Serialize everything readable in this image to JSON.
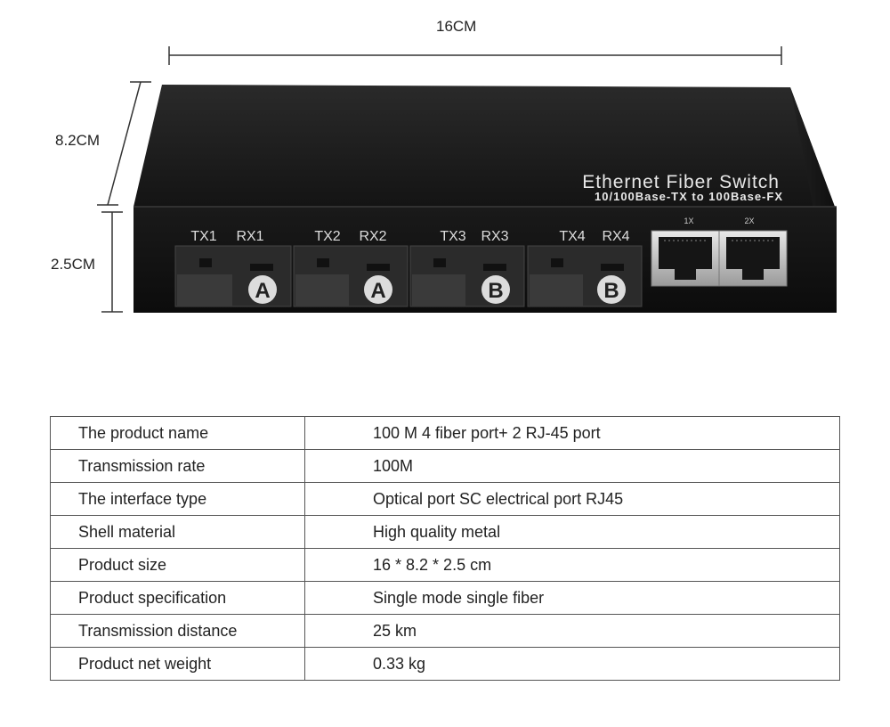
{
  "dimensions": {
    "width": "16CM",
    "depth": "8.2CM",
    "height": "2.5CM"
  },
  "device": {
    "title": "Ethernet Fiber Switch",
    "subtitle": "10/100Base-TX to 100Base-FX",
    "fiber_ports": [
      {
        "tx": "TX1",
        "rx": "RX1",
        "badge": "A"
      },
      {
        "tx": "TX2",
        "rx": "RX2",
        "badge": "A"
      },
      {
        "tx": "TX3",
        "rx": "RX3",
        "badge": "B"
      },
      {
        "tx": "TX4",
        "rx": "RX4",
        "badge": "B"
      }
    ],
    "rj45_ports": [
      "1X",
      "2X"
    ],
    "colors": {
      "body": "#1c1c1c",
      "face": "#141414",
      "label": "#e8e8e8",
      "badge": "#dcdcdc"
    }
  },
  "specs": [
    {
      "label": "The product name",
      "value": "100 M 4 fiber port+ 2 RJ-45 port"
    },
    {
      "label": "Transmission rate",
      "value": "100M"
    },
    {
      "label": "The interface type",
      "value": "Optical port SC electrical port RJ45"
    },
    {
      "label": "Shell material",
      "value": "High quality metal"
    },
    {
      "label": "Product size",
      "value": "16 * 8.2 * 2.5 cm"
    },
    {
      "label": "Product specification",
      "value": "Single mode single fiber"
    },
    {
      "label": "Transmission distance",
      "value": "25 km"
    },
    {
      "label": "Product net weight",
      "value": "0.33 kg"
    }
  ]
}
